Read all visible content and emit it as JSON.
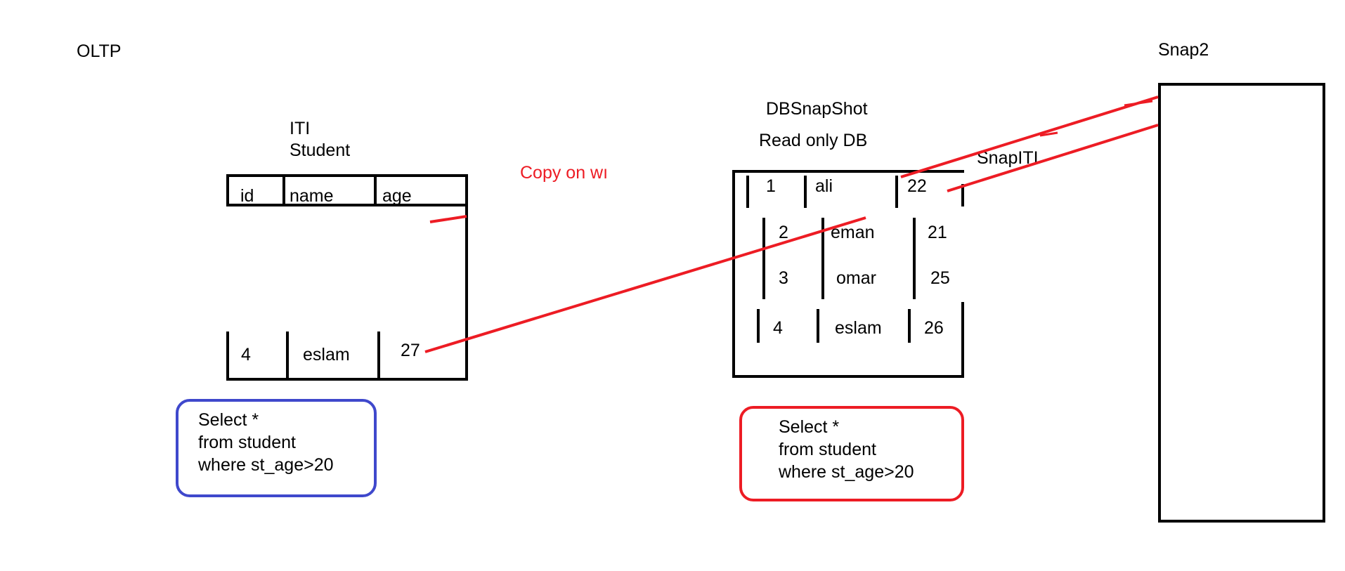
{
  "labels": {
    "oltp": "OLTP",
    "iti": "ITI",
    "student": "Student",
    "copy_on_write": "Copy on wı",
    "dbsnapshot": "DBSnapShot",
    "read_only": "Read only DB",
    "snapiti": "SnapITI",
    "snap2": "Snap2"
  },
  "student_table": {
    "headers": [
      "id",
      "name",
      "age"
    ],
    "row": [
      "4",
      "eslam",
      "27"
    ]
  },
  "snapshot_table": {
    "rows": [
      [
        "1",
        "ali",
        "22"
      ],
      [
        "2",
        "eman",
        "21"
      ],
      [
        "3",
        "omar",
        "25"
      ],
      [
        "4",
        "eslam",
        "26"
      ]
    ]
  },
  "query_left": [
    "Select *",
    "from student",
    "where st_age>20"
  ],
  "query_right": [
    "Select *",
    "from student",
    "where st_age>20"
  ],
  "colors": {
    "ink": "#000000",
    "red": "#ed1c24",
    "blue": "#3f48cc"
  }
}
